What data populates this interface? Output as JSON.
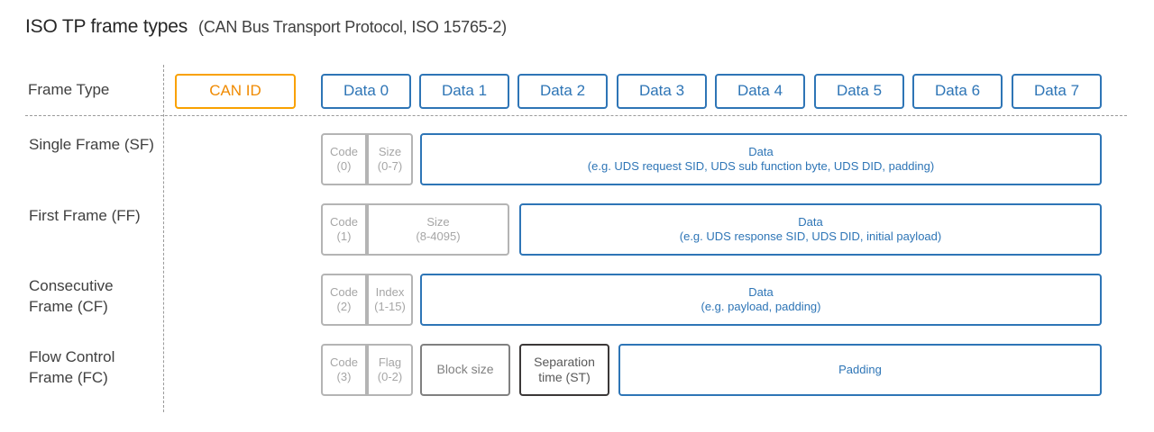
{
  "title": {
    "main": "ISO TP frame types",
    "sub": "(CAN Bus Transport Protocol, ISO 15765-2)"
  },
  "colors": {
    "blue": "#2e75b6",
    "orange": "#f9a100",
    "light_gray": "#b4b4b4",
    "medium_gray": "#808080",
    "dark": "#3b3838",
    "label_text": "#404040"
  },
  "header": {
    "frame_type_label": "Frame Type",
    "can_id": "CAN ID",
    "data_columns": [
      "Data 0",
      "Data 1",
      "Data 2",
      "Data 3",
      "Data 4",
      "Data 5",
      "Data 6",
      "Data 7"
    ]
  },
  "rows": [
    {
      "label_line1": "Single Frame",
      "label_line2": "(SF)",
      "cells": [
        {
          "name": "code",
          "line1": "Code",
          "line2": "(0)"
        },
        {
          "name": "size",
          "line1": "Size",
          "line2": "(0-7)"
        },
        {
          "name": "data",
          "line1": "Data",
          "line2": "(e.g. UDS request SID, UDS sub function byte, UDS DID, padding)"
        }
      ]
    },
    {
      "label_line1": "First Frame",
      "label_line2": "(FF)",
      "cells": [
        {
          "name": "code",
          "line1": "Code",
          "line2": "(1)"
        },
        {
          "name": "size",
          "line1": "Size",
          "line2": "(8-4095)"
        },
        {
          "name": "data",
          "line1": "Data",
          "line2": "(e.g. UDS response SID, UDS DID, initial payload)"
        }
      ]
    },
    {
      "label_line1": "Consecutive",
      "label_line2": "Frame (CF)",
      "cells": [
        {
          "name": "code",
          "line1": "Code",
          "line2": "(2)"
        },
        {
          "name": "index",
          "line1": "Index",
          "line2": "(1-15)"
        },
        {
          "name": "data",
          "line1": "Data",
          "line2": "(e.g. payload, padding)"
        }
      ]
    },
    {
      "label_line1": "Flow Control",
      "label_line2": "Frame (FC)",
      "cells": [
        {
          "name": "code",
          "line1": "Code",
          "line2": "(3)"
        },
        {
          "name": "flag",
          "line1": "Flag",
          "line2": "(0-2)"
        },
        {
          "name": "block-size",
          "line1": "Block size",
          "line2": ""
        },
        {
          "name": "separation-time",
          "line1": "Separation",
          "line2": "time (ST)"
        },
        {
          "name": "padding",
          "line1": "Padding",
          "line2": ""
        }
      ]
    }
  ]
}
